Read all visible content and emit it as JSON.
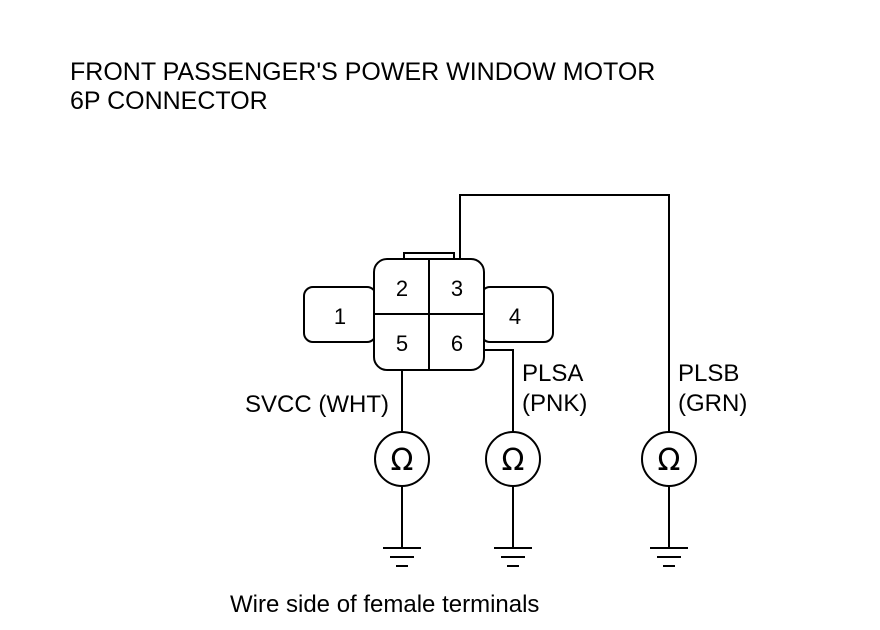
{
  "title": {
    "line1": "FRONT PASSENGER'S POWER WINDOW MOTOR",
    "line2": "6P CONNECTOR"
  },
  "connector": {
    "pins": [
      "1",
      "2",
      "3",
      "4",
      "5",
      "6"
    ]
  },
  "wires": {
    "svcc": "SVCC (WHT)",
    "plsa_name": "PLSA",
    "plsa_color": "(PNK)",
    "plsb_name": "PLSB",
    "plsb_color": "(GRN)"
  },
  "meter_symbol": "Ω",
  "caption": "Wire side of female terminals"
}
